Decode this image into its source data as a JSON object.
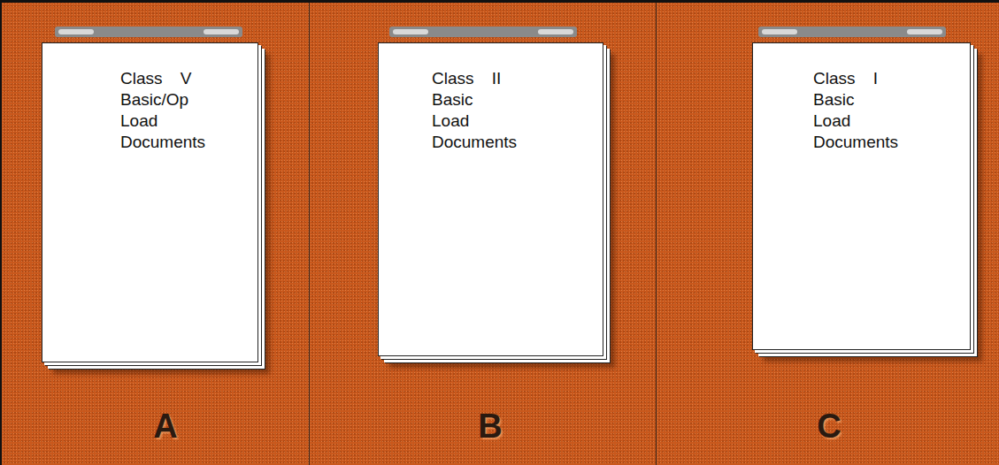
{
  "diagram": {
    "nodes": [
      {
        "text": [
          "A"
        ]
      },
      {
        "text": [
          "Class V Basic/Op Load Documents"
        ],
        "in": 0
      },
      {
        "text": [
          "B"
        ]
      },
      {
        "text": [
          "Class II Basic Load Documents"
        ],
        "in": 2
      },
      {
        "text": [
          "C"
        ]
      },
      {
        "text": [
          "Class I Basic Load Documents"
        ],
        "in": 4
      }
    ]
  }
}
